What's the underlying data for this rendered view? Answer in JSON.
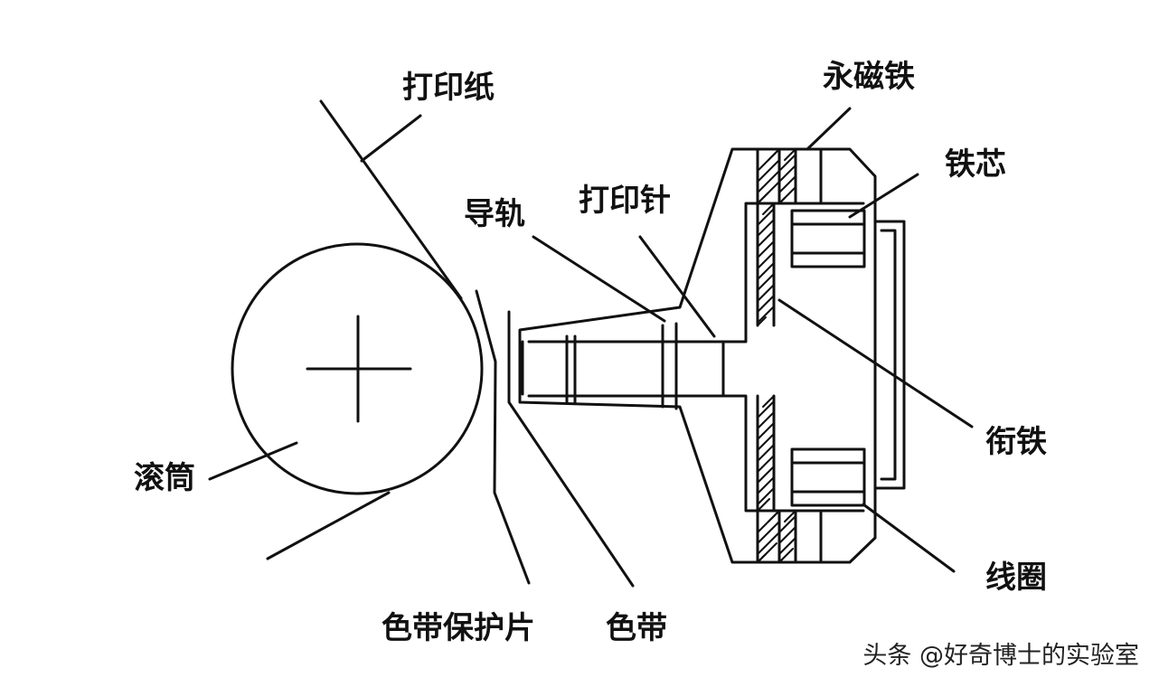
{
  "diagram": {
    "labels": {
      "print_paper": "打印纸",
      "permanent_magnet": "永磁铁",
      "iron_core": "铁芯",
      "guide_rail": "导轨",
      "print_pin": "打印针",
      "roller": "滚筒",
      "armature": "衔铁",
      "coil": "线圈",
      "ribbon_shield": "色带保护片",
      "ribbon": "色带"
    },
    "watermark": "头条 @好奇博士的实验室"
  }
}
